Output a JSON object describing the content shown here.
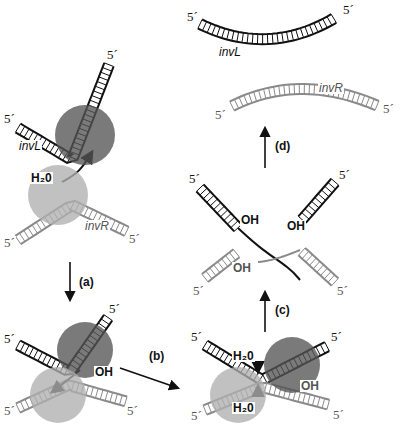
{
  "diagram": {
    "labels": [
      "5´",
      "5´",
      "invL",
      "H₂0",
      "invR",
      "5´",
      "5´",
      "(a)",
      "5´",
      "5´",
      "OH",
      "5´",
      "5´",
      "(b)",
      "5´",
      "5´",
      "H₂0",
      "H₂0",
      "OH",
      "5´",
      "5´",
      "(c)",
      "5´",
      "5´",
      "OH",
      "OH",
      "OH",
      "5´",
      "5´",
      "(d)",
      "5´",
      "invL",
      "5´",
      "invR",
      "5´",
      "5´"
    ]
  }
}
